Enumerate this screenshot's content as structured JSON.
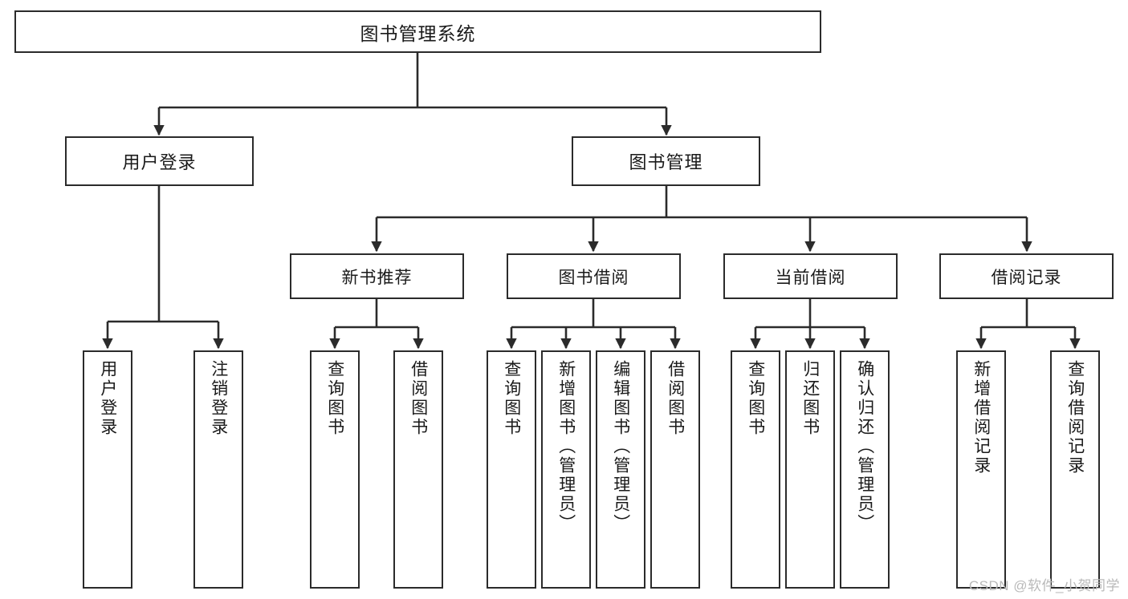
{
  "diagram": {
    "title": "图书管理系统",
    "type": "tree-hierarchy",
    "watermark": "CSDN @软件_小贺同学",
    "colors": {
      "stroke": "#2b2b2b",
      "fill": "#ffffff",
      "text": "#1a1a1a",
      "watermark": "#b9b9b9"
    },
    "nodes": {
      "root": {
        "label": "图书管理系统"
      },
      "level2": [
        {
          "id": "user-login",
          "label": "用户登录"
        },
        {
          "id": "book-manage",
          "label": "图书管理"
        }
      ],
      "level3": [
        {
          "id": "new-book-recommend",
          "label": "新书推荐"
        },
        {
          "id": "book-borrow",
          "label": "图书借阅"
        },
        {
          "id": "current-borrow",
          "label": "当前借阅"
        },
        {
          "id": "borrow-record",
          "label": "借阅记录"
        }
      ],
      "leaves": [
        {
          "id": "leaf-user-login",
          "parent": "user-login",
          "label": "用户登录"
        },
        {
          "id": "leaf-logout",
          "parent": "user-login",
          "label": "注销登录"
        },
        {
          "id": "leaf-query-book-1",
          "parent": "new-book-recommend",
          "label": "查询图书"
        },
        {
          "id": "leaf-borrow-book-1",
          "parent": "new-book-recommend",
          "label": "借阅图书"
        },
        {
          "id": "leaf-query-book-2",
          "parent": "book-borrow",
          "label": "查询图书"
        },
        {
          "id": "leaf-add-book",
          "parent": "book-borrow",
          "label": "新增图书（管理员）"
        },
        {
          "id": "leaf-edit-book",
          "parent": "book-borrow",
          "label": "编辑图书（管理员）"
        },
        {
          "id": "leaf-borrow-book-2",
          "parent": "book-borrow",
          "label": "借阅图书"
        },
        {
          "id": "leaf-query-book-3",
          "parent": "current-borrow",
          "label": "查询图书"
        },
        {
          "id": "leaf-return-book",
          "parent": "current-borrow",
          "label": "归还图书"
        },
        {
          "id": "leaf-confirm-return",
          "parent": "current-borrow",
          "label": "确认归还（管理员）"
        },
        {
          "id": "leaf-add-record",
          "parent": "borrow-record",
          "label": "新增借阅记录"
        },
        {
          "id": "leaf-query-record",
          "parent": "borrow-record",
          "label": "查询借阅记录"
        }
      ]
    }
  }
}
